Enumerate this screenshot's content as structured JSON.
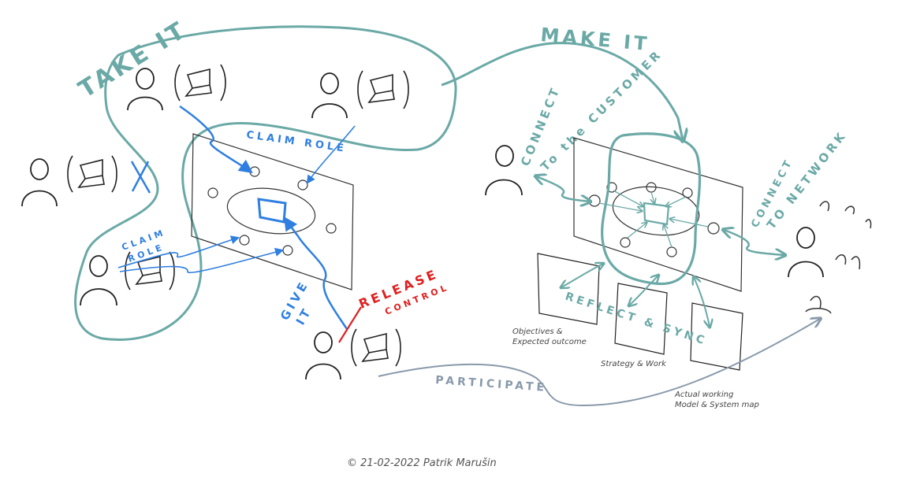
{
  "labels": {
    "take_it": "TAKE IT",
    "make_it": "MAKE IT",
    "claim_role_top": "CLAIM ROLE",
    "claim_role_left_1": "CLAIM",
    "claim_role_left_2": "ROLE",
    "give_it_1": "GIVE",
    "give_it_2": "IT",
    "release_control_1": "RELEASE",
    "release_control_2": "CONTROL",
    "connect_customer_1": "CONNECT",
    "connect_customer_2": "To the CUSTOMER",
    "connect_network_1": "CONNECT",
    "connect_network_2": "TO NETWORK",
    "reflect_sync": "REFLECT & SYNC",
    "participate": "PARTICIPATE"
  },
  "notes": {
    "objectives_1": "Objectives &",
    "objectives_2": "Expected outcome",
    "strategy": "Strategy & Work",
    "working_model_1": "Actual working",
    "working_model_2": "Model & System map"
  },
  "credit": "© 21-02-2022 Patrik Marušin",
  "colors": {
    "teal": "#6aa9a6",
    "blue": "#2f7fe0",
    "red": "#e02020",
    "ink": "#222222",
    "gray": "#8899aa"
  },
  "icons": [
    "person-icon",
    "laptop-icon",
    "cross-icon",
    "arrow-icon"
  ]
}
